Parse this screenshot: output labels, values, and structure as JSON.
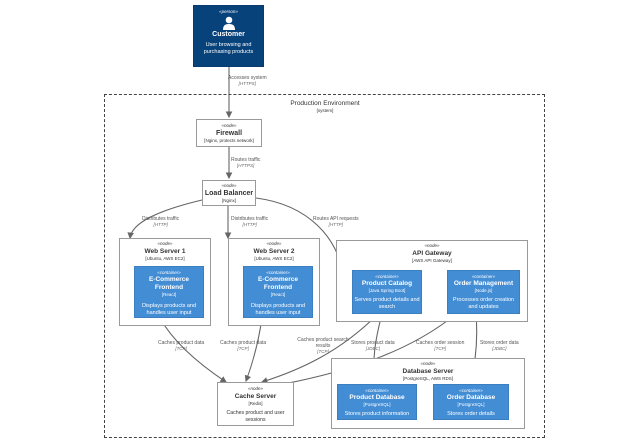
{
  "boundary": {
    "title": "Production Environment",
    "type": "[system]"
  },
  "customer": {
    "stereo": "«person»",
    "title": "Customer",
    "desc": "User browsing and purchasing products"
  },
  "firewall": {
    "stereo": "«node»",
    "title": "Firewall",
    "tech": "[Nginx, protects network]"
  },
  "lb": {
    "stereo": "«node»",
    "title": "Load Balancer",
    "tech": "[Nginx]"
  },
  "web1": {
    "stereo": "«node»",
    "title": "Web Server 1",
    "tech": "[Ubuntu, AWS EC2]"
  },
  "web2": {
    "stereo": "«node»",
    "title": "Web Server 2",
    "tech": "[Ubuntu, AWS EC2]"
  },
  "fe1": {
    "stereo": "«container»",
    "title": "E-Commerce Frontend",
    "tech": "[React]",
    "desc": "Displays products and handles user input"
  },
  "fe2": {
    "stereo": "«container»",
    "title": "E-Commerce Frontend",
    "tech": "[React]",
    "desc": "Displays products and handles user input"
  },
  "api": {
    "stereo": "«node»",
    "title": "API Gateway",
    "tech": "[AWS API Gateway]"
  },
  "catalog": {
    "stereo": "«container»",
    "title": "Product Catalog",
    "tech": "[Java Spring Boot]",
    "desc": "Serves product details and search"
  },
  "orders": {
    "stereo": "«container»",
    "title": "Order Management",
    "tech": "[Node.js]",
    "desc": "Processes order creation and updates"
  },
  "cache": {
    "stereo": "«node»",
    "title": "Cache Server",
    "tech": "[Redis]",
    "desc": "Caches product and user sessions"
  },
  "db": {
    "stereo": "«node»",
    "title": "Database Server",
    "tech": "[PostgreSQL, AWS RDS]"
  },
  "pdb": {
    "stereo": "«container»",
    "title": "Product Database",
    "tech": "[PostgreSQL]",
    "desc": "Stores product information"
  },
  "odb": {
    "stereo": "«container»",
    "title": "Order Database",
    "tech": "[PostgreSQL]",
    "desc": "Stores order details"
  },
  "edges": {
    "e1": {
      "label": "Accesses system",
      "tech": "[HTTPS]"
    },
    "e2": {
      "label": "Routes traffic",
      "tech": "[HTTPS]"
    },
    "e3": {
      "label": "Distributes traffic",
      "tech": "[HTTP]"
    },
    "e4": {
      "label": "Distributes traffic",
      "tech": "[HTTP]"
    },
    "e5": {
      "label": "Routes API requests",
      "tech": "[HTTP]"
    },
    "e6": {
      "label": "Caches product data",
      "tech": "[TCP]"
    },
    "e7": {
      "label": "Caches product data",
      "tech": "[TCP]"
    },
    "e8": {
      "label": "Caches product search results",
      "tech": "[TCP]"
    },
    "e9": {
      "label": "Stores product data",
      "tech": "[JDBC]"
    },
    "e10": {
      "label": "Caches order session",
      "tech": "[TCP]"
    },
    "e11": {
      "label": "Stores order data",
      "tech": "[JDBC]"
    }
  }
}
